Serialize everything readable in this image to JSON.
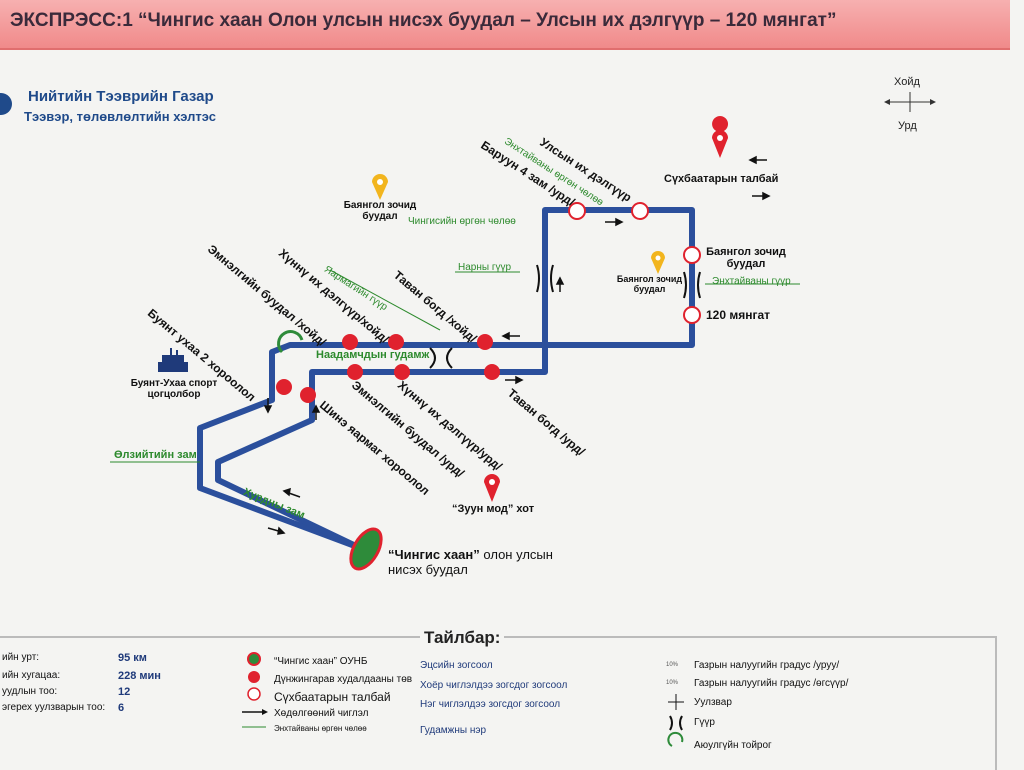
{
  "header": {
    "title": "ЭКСПРЭСС:1 “Чингис хаан Олон улсын нисэх буудал – Улсын их дэлгүүр – 120 мянгат”"
  },
  "org": {
    "name": "Нийтийн Тээврийн Газар",
    "dept": "Тээвэр, төлөвлөлтийн хэлтэс"
  },
  "compass": {
    "north": "Хойд",
    "south": "Урд"
  },
  "colors": {
    "route": "#2b4f9c",
    "stop": "#e0222e",
    "start": "#2e8b3a",
    "banner": "#f39a9a"
  },
  "labels": {
    "ulsyn_ikh": "Улсын их дэлгүүр",
    "baruun4": "Баруун 4 зам /урд/",
    "enkh_green": "Энхтайваны өргөн чөлөө",
    "sukhbaatar": "Сүхбаатарын талбай",
    "bayangol_hotel_top": "Баянгол зочид буудал",
    "chingis_ave": "Чингисийн өргөн чөлөө",
    "narny": "Нарны гүүр",
    "bayangol_stop": "Баянгол зочид буудал",
    "bayangol_hotel_mid": "Баянгол зочид буудал",
    "enkh_bridge": "Энхтайваны гүүр",
    "mianga": "120 мянгат",
    "yarmag_bridge": "Яармагийн гүүр",
    "taban_bogd_n": "Таван богд /хойд/",
    "khunnu_n": "Хүннү их дэлгүүр/хойд/",
    "emneleg_n": "Эмнэлгийн буудал /хойд/",
    "buyant_2": "Буянт ухаа 2 хороолол",
    "naadam": "Наадамчдын гудамж",
    "emneleg_s": "Эмнэлгийн буудал /урд/",
    "khunnu_s": "Хүннү их дэлгүүр/урд/",
    "taban_bogd_s": "Таван богд /урд/",
    "shinz": "Шинэ яармаг хороолол",
    "buyant_sport": "Буянт-Ухаа спорт цогцолбор",
    "olziit": "Өлзийтийн зам",
    "khurdny": "Хурдны зам",
    "zuun_mod": "“Зуун мод” хот",
    "airport_bold": "“Чингис хаан”",
    "airport_rest1": "олон улсын",
    "airport_rest2": "нисэх буудал"
  },
  "legend": {
    "title": "Тайлбар:",
    "stats": [
      {
        "label": "ийн урт:",
        "value": "95 км"
      },
      {
        "label": "ийн хугацаа:",
        "value": "228 мин"
      },
      {
        "label": "уудлын тоо:",
        "value": "12"
      },
      {
        "label": "эгерех уулзварын тоо:",
        "value": "6"
      }
    ],
    "symbols": [
      "“Чингис хаан” ОУНБ",
      "Дүнжингарав худалдааны төв",
      "Сүхбаатарын талбай",
      "Хөдөлгөөний чиглэл",
      "Энхтайваны өргөн чөлөө"
    ],
    "stops": [
      "Эцсийн зогсоол",
      "Хоёр чиглэлдээ зогсдог зогсоол",
      "Нэг чиглэлдээ зогсдог зогсоол",
      "Гудамжны нэр"
    ],
    "symbols_right": [
      "Газрын налуугийн градус /уруу/",
      "Газрын налуугийн градус /өгсүүр/",
      "Уулзвар",
      "Гүүр",
      "Аюулгүйн тойрог"
    ]
  }
}
